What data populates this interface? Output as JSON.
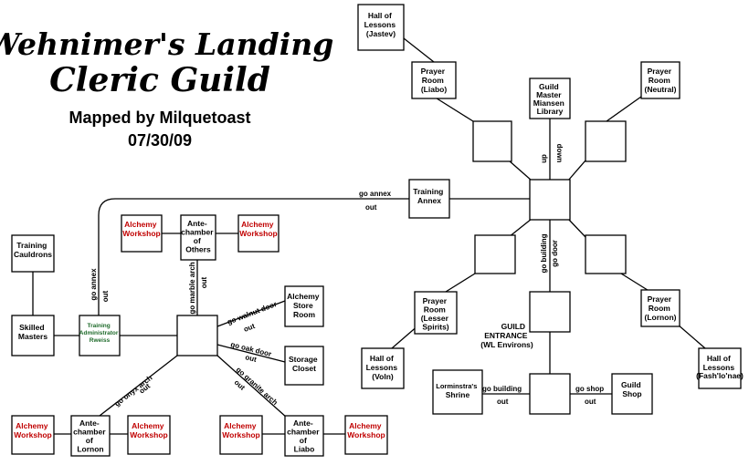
{
  "header": {
    "title_line1": "Wehnimer's Landing",
    "title_line2": "Cleric Guild",
    "mapped_by": "Mapped by Milquetoast",
    "date": "07/30/09"
  },
  "rooms": {
    "hall_jastev": [
      "Hall of",
      "Lessons",
      "(Jastev)"
    ],
    "prayer_liabo": [
      "Prayer",
      "Room",
      "(Liabo)"
    ],
    "library": [
      "Guild",
      "Master",
      "Miansen",
      "Library"
    ],
    "prayer_neutral": [
      "Prayer",
      "Room",
      "(Neutral)"
    ],
    "training_annex": [
      "Training",
      "Annex"
    ],
    "prayer_lesser": [
      "Prayer",
      "Room",
      "(Lesser",
      "Spirits)"
    ],
    "prayer_lornon": [
      "Prayer",
      "Room",
      "(Lornon)"
    ],
    "hall_voln": [
      "Hall of",
      "Lessons",
      "(Voln)"
    ],
    "hall_fash": [
      "Hall of",
      "Lessons",
      "(Fash'lo'nae)"
    ],
    "guild_entrance": [
      "GUILD",
      "ENTRANCE",
      "(WL Environs)"
    ],
    "shrine": [
      "Lorminstra's",
      "Shrine"
    ],
    "guild_shop": [
      "Guild",
      "Shop"
    ],
    "training_cauldrons": [
      "Training",
      "Cauldrons"
    ],
    "skilled_masters": [
      "Skilled",
      "Masters"
    ],
    "training_admin": [
      "Training",
      "Administrator",
      "Rweiss"
    ],
    "alchemy_1": [
      "Alchemy",
      "Workshop"
    ],
    "ante_others": [
      "Ante-",
      "chamber",
      "of",
      "Others"
    ],
    "alchemy_2": [
      "Alchemy",
      "Workshop"
    ],
    "alchemy_store": [
      "Alchemy",
      "Store",
      "Room"
    ],
    "storage_closet": [
      "Storage",
      "Closet"
    ],
    "alchemy_3": [
      "Alchemy",
      "Workshop"
    ],
    "ante_lornon": [
      "Ante-",
      "chamber",
      "of",
      "Lornon"
    ],
    "alchemy_4": [
      "Alchemy",
      "Workshop"
    ],
    "alchemy_5": [
      "Alchemy",
      "Workshop"
    ],
    "ante_liabo": [
      "Ante-",
      "chamber",
      "of",
      "Liabo"
    ],
    "alchemy_6": [
      "Alchemy",
      "Workshop"
    ]
  },
  "directions": {
    "up": "up",
    "down": "down",
    "go_annex_top": "go annex",
    "out_top": "out",
    "go_building_center": "go building",
    "go_door": "go door",
    "go_building_bottom": "go building",
    "out_shrine": "out",
    "go_shop": "go shop",
    "out_shop": "out",
    "go_annex_left": "go annex",
    "out_left": "out",
    "go_marble_arch": "go marble arch",
    "out_marble": "out",
    "go_walnut_door": "go walnut door",
    "out_walnut": "out",
    "go_oak_door": "go oak door",
    "out_oak": "out",
    "go_onyx_arch": "go onyx arch",
    "out_onyx": "out",
    "go_granite_arch": "go granite arch",
    "out_granite": "out"
  },
  "colors": {
    "alchemy": "#c00000",
    "master": "#1e6a2a",
    "line": "#000000"
  }
}
